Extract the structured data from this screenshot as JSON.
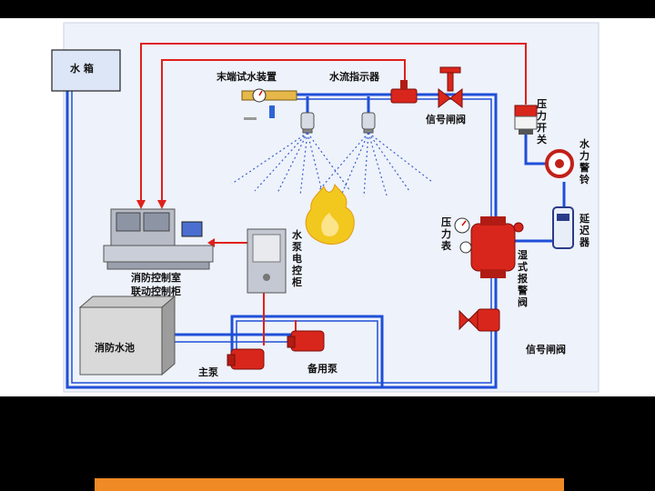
{
  "diagram": {
    "labels": {
      "water_tank": "水 箱",
      "end_test_device": "末端试水装置",
      "flow_indicator": "水流指示器",
      "signal_valve_top": "信号闸阀",
      "pressure_switch": "压力开关",
      "water_alarm_bell": "水力警铃",
      "delay_device": "延迟器",
      "pressure_gauge": "压力表",
      "wet_alarm_valve": "湿式报警阀",
      "pump_control_cabinet": "水泵电控柜",
      "fire_control_room_line1": "消防控制室",
      "fire_control_room_line2": "联动控制柜",
      "fire_pool": "消防水池",
      "main_pump": "主泵",
      "standby_pump": "备用泵",
      "signal_valve_bottom": "信号闸阀"
    },
    "colors": {
      "water_pipe": "#1f4fd8",
      "signal_line": "#e0201c",
      "equipment_red": "#d9261c",
      "sprinkler_spray": "#3a5fd0",
      "fire": "#f2c81e",
      "panel_background": "#eef2fa"
    }
  }
}
